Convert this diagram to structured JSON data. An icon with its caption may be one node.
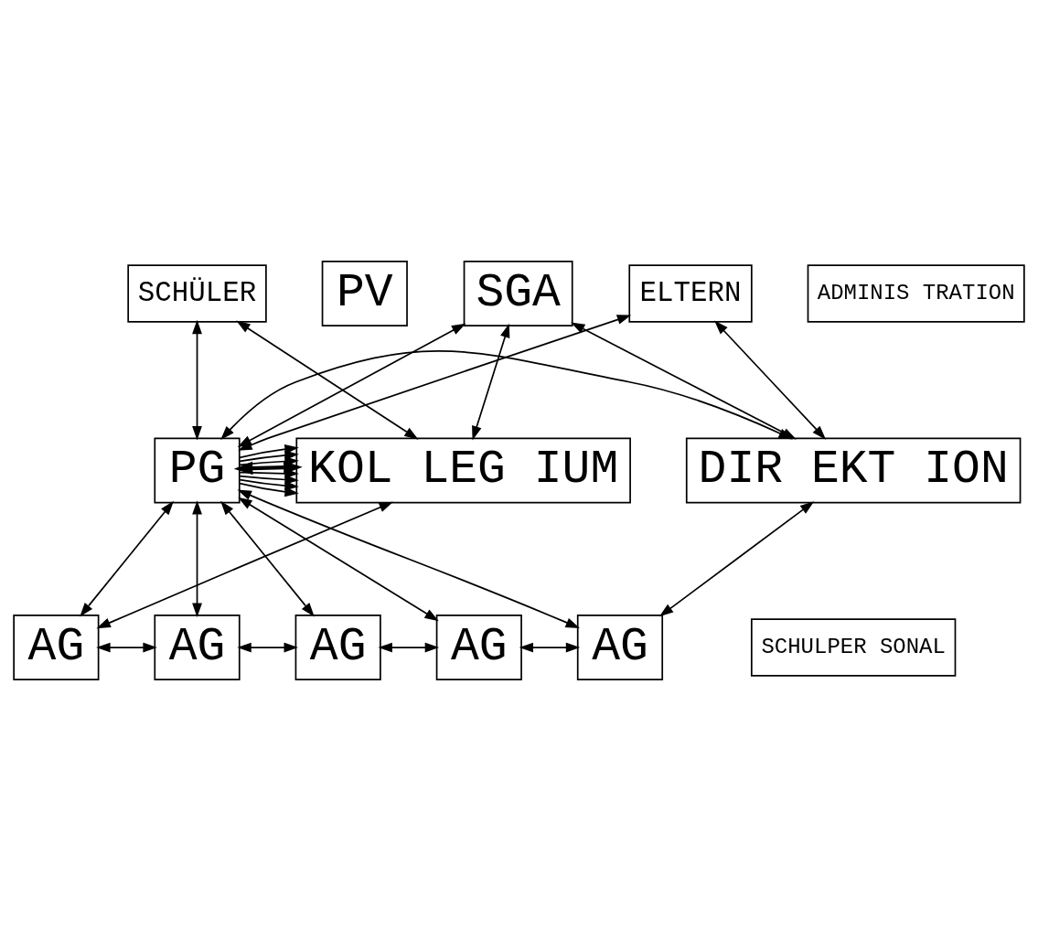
{
  "diagram": {
    "nodes": [
      {
        "text": [
          "SCHÜLER"
        ]
      },
      {
        "text": [
          "ELTERN"
        ]
      },
      {
        "text": [
          "SGA"
        ]
      },
      {
        "text": [
          "PV"
        ]
      },
      {
        "text": [
          "KOL LEG IUM"
        ]
      },
      {
        "text": [
          "PG"
        ]
      },
      {
        "text": [
          "ADMINIS TRATION"
        ]
      },
      {
        "text": [
          "DIR EKT ION"
        ]
      },
      {
        "text": [
          "SCHULPER SONAL"
        ]
      },
      {
        "text": [
          "AG"
        ]
      },
      {
        "text": [
          "AG"
        ]
      },
      {
        "text": [
          "AG"
        ]
      },
      {
        "text": [
          "AG"
        ]
      },
      {
        "text": [
          "AG"
        ]
      }
    ],
    "edges": [
      {
        "from": 0,
        "to": 4,
        "arrow": "both"
      },
      {
        "from": 2,
        "to": 4,
        "arrow": "both"
      },
      {
        "from": 0,
        "to": 5,
        "arrow": "both"
      },
      {
        "from": 2,
        "to": 5,
        "arrow": "both"
      },
      {
        "from": 1,
        "to": 5,
        "arrow": "both"
      },
      {
        "from": 2,
        "to": 7,
        "arrow": "both"
      },
      {
        "from": 1,
        "to": 7,
        "arrow": "both"
      },
      {
        "from": 5,
        "to": 4,
        "arrow": "to"
      },
      {
        "from": 5,
        "to": 4,
        "arrow": "to"
      },
      {
        "from": 5,
        "to": 4,
        "arrow": "to"
      },
      {
        "from": 5,
        "to": 4,
        "arrow": "to"
      },
      {
        "from": 5,
        "to": 4,
        "arrow": "both",
        "style": "thick"
      },
      {
        "from": 5,
        "to": 4,
        "arrow": "to"
      },
      {
        "from": 5,
        "to": 4,
        "arrow": "to"
      },
      {
        "from": 5,
        "to": 4,
        "arrow": "to"
      },
      {
        "from": 5,
        "to": 7,
        "arrow": "both"
      },
      {
        "from": 4,
        "to": 9,
        "arrow": "both"
      },
      {
        "from": 5,
        "to": 9,
        "arrow": "both"
      },
      {
        "from": 5,
        "to": 10,
        "arrow": "both"
      },
      {
        "from": 5,
        "to": 11,
        "arrow": "both"
      },
      {
        "from": 5,
        "to": 12,
        "arrow": "both"
      },
      {
        "from": 5,
        "to": 13,
        "arrow": "both"
      },
      {
        "from": 7,
        "to": 13,
        "arrow": "both"
      },
      {
        "from": 9,
        "to": 10,
        "arrow": "both"
      },
      {
        "from": 10,
        "to": 11,
        "arrow": "both"
      },
      {
        "from": 11,
        "to": 12,
        "arrow": "both"
      },
      {
        "from": 12,
        "to": 13,
        "arrow": "both"
      }
    ]
  }
}
